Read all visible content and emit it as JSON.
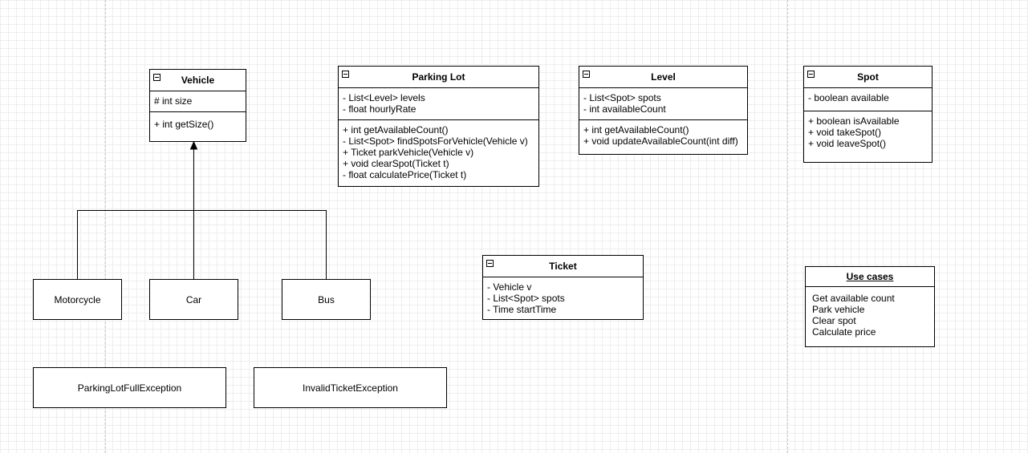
{
  "classes": {
    "vehicle": {
      "name": "Vehicle",
      "attributes": [
        "# int size"
      ],
      "methods": [
        "+ int getSize()"
      ]
    },
    "parking_lot": {
      "name": "Parking Lot",
      "attributes": [
        "- List<Level> levels",
        "- float hourlyRate"
      ],
      "methods": [
        "+ int getAvailableCount()",
        "- List<Spot> findSpotsForVehicle(Vehicle v)",
        "+ Ticket parkVehicle(Vehicle v)",
        "+ void clearSpot(Ticket t)",
        "- float calculatePrice(Ticket t)"
      ]
    },
    "level": {
      "name": "Level",
      "attributes": [
        "- List<Spot> spots",
        "- int availableCount"
      ],
      "methods": [
        "+ int getAvailableCount()",
        "+ void updateAvailableCount(int diff)"
      ]
    },
    "spot": {
      "name": "Spot",
      "attributes": [
        "- boolean available"
      ],
      "methods": [
        "+ boolean isAvailable",
        "+ void takeSpot()",
        "+ void leaveSpot()"
      ]
    },
    "ticket": {
      "name": "Ticket",
      "attributes": [
        "- Vehicle v",
        "- List<Spot> spots",
        "- Time startTime"
      ]
    }
  },
  "subclasses": {
    "motorcycle": "Motorcycle",
    "car": "Car",
    "bus": "Bus"
  },
  "exceptions": {
    "parking_lot_full": "ParkingLotFullException",
    "invalid_ticket": "InvalidTicketException"
  },
  "use_cases": {
    "title": "Use cases",
    "items": [
      "Get available count",
      "Park vehicle",
      "Clear spot",
      "Calculate price"
    ]
  }
}
